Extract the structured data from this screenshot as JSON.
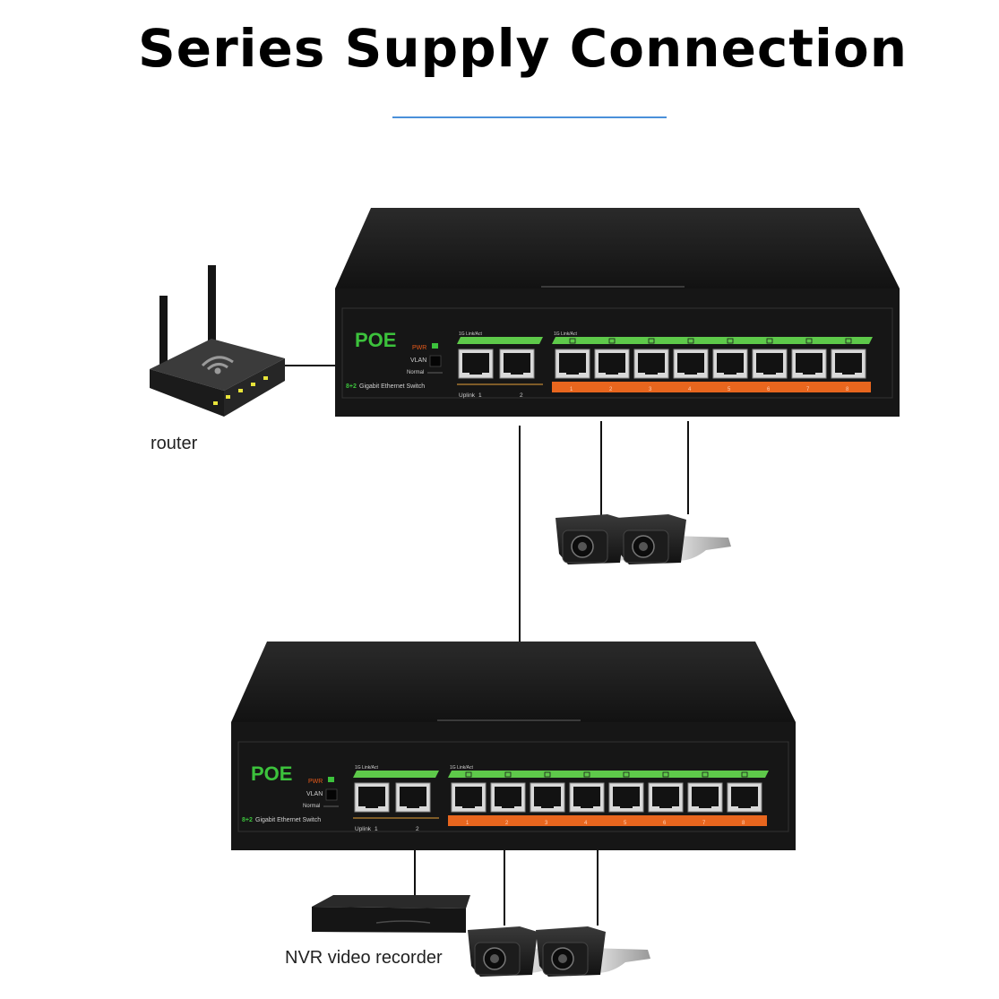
{
  "title": "Series Supply Connection",
  "colors": {
    "title_rule": "#4a90d9",
    "chassis": "#161616",
    "poe_green": "#3cc23c",
    "port_band_green": "#5ec94a",
    "port_band_orange": "#e8661e",
    "pwr_label": "#e85a1a"
  },
  "switch": {
    "brand": "POE",
    "led_pwr": "PWR",
    "led_vlan": "VLAN",
    "led_normal": "Normal",
    "model": "8+2 Gigabit Ethernet Switch",
    "uplink": "Uplink",
    "uplink_port_1": "1",
    "uplink_port_2": "2",
    "link_label": "1G Link/Act",
    "poe_ports": [
      "1",
      "2",
      "3",
      "4",
      "5",
      "6",
      "7",
      "8"
    ]
  },
  "devices": {
    "router_label": "router",
    "nvr_label": "NVR video recorder"
  }
}
